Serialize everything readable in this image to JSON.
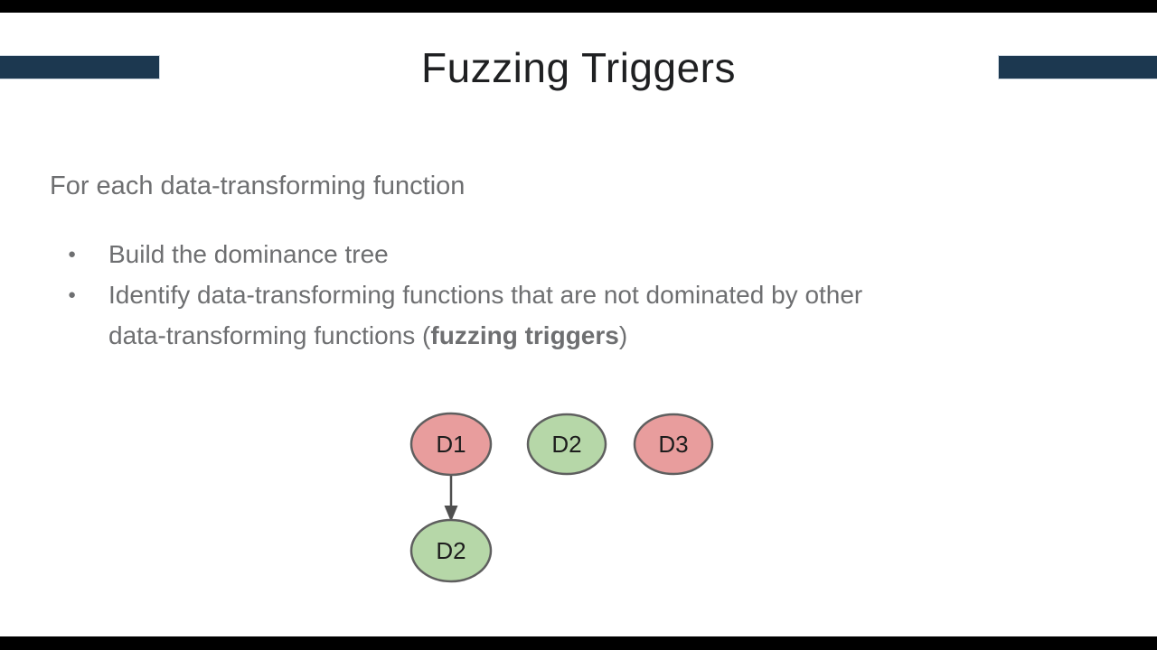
{
  "slide": {
    "title": "Fuzzing Triggers",
    "intro": "For each data-transforming function",
    "bullet_glyph": "●",
    "bullet1": "Build the dominance tree",
    "bullet2_line1": "Identify data-transforming functions that are not dominated by other",
    "bullet2_line2_pre": "data-transforming functions (",
    "bullet2_bold": "fuzzing triggers",
    "bullet2_line2_post": ")"
  },
  "colors": {
    "bg": "#ffffff",
    "letterbox": "#000000",
    "accent_bar": "#1c3850",
    "title_color": "#1f2022",
    "text_gray": "#6e6f71",
    "node_border": "#5f5f5f",
    "arrow": "#4f4f4f",
    "label_color": "#1d1d1d",
    "node_red": "#e89d9d",
    "node_green": "#b6d7a8"
  },
  "diagram": {
    "description": "Dominance tree: D1 dominates D2; D2 and D3 not dominated",
    "nodes": [
      {
        "id": "d1-top",
        "label": "D1",
        "color": "#e89d9d"
      },
      {
        "id": "d2-top",
        "label": "D2",
        "color": "#b6d7a8"
      },
      {
        "id": "d3-top",
        "label": "D3",
        "color": "#e89d9d"
      },
      {
        "id": "d2-bottom",
        "label": "D2",
        "color": "#b6d7a8"
      }
    ],
    "edges": [
      {
        "from": "d1-top",
        "to": "d2-bottom"
      }
    ]
  }
}
